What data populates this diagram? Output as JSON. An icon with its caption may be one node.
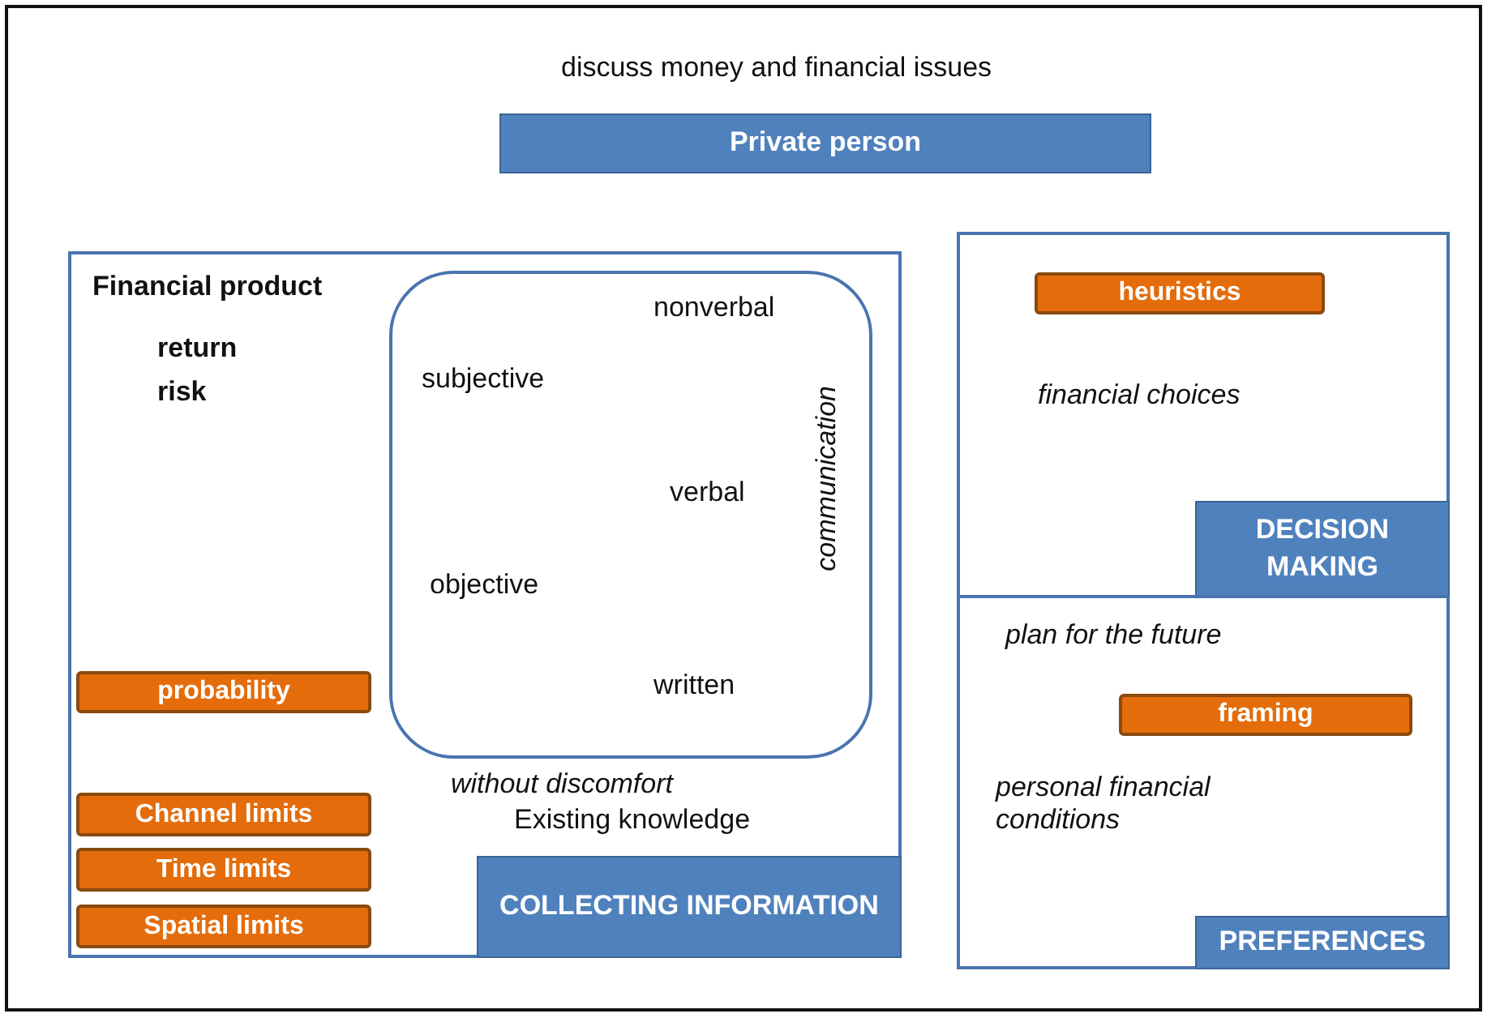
{
  "diagram": {
    "nodes": [
      {
        "text": [
          "Private person"
        ]
      },
      {
        "text": [
          "Financial product",
          "return",
          "risk",
          "without discomfort",
          "Existing knowledge"
        ]
      },
      {
        "text": [
          "nonverbal",
          "subjective",
          "verbal",
          "objective",
          "written",
          "communication"
        ],
        "in": 1
      },
      {
        "text": [
          "probability"
        ],
        "in": 1
      },
      {
        "text": [
          "Channel limits"
        ],
        "in": 1
      },
      {
        "text": [
          "Time limits"
        ],
        "in": 1
      },
      {
        "text": [
          "Spatial limits"
        ],
        "in": 1
      },
      {
        "text": [
          "COLLECTING INFORMATION"
        ],
        "in": 1
      },
      {
        "text": [
          "financial choices"
        ]
      },
      {
        "text": [
          "heuristics"
        ],
        "in": 8
      },
      {
        "text": [
          "DECISION MAKING"
        ],
        "in": 8
      },
      {
        "text": [
          "plan for the future",
          "personal financial conditions"
        ]
      },
      {
        "text": [
          "framing"
        ],
        "in": 11
      },
      {
        "text": [
          "PREFERENCES"
        ],
        "in": 11
      }
    ],
    "labels": [
      "discuss money and financial issues"
    ]
  }
}
